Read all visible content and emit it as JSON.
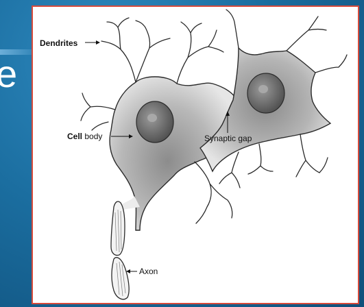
{
  "slide": {
    "partial_title_text": "e"
  },
  "diagram": {
    "labels": {
      "dendrites": "Dendrites",
      "cell_body_bold": "Cell",
      "cell_body_rest": " body",
      "synaptic_gap": "Synaptic gap",
      "axon": "Axon"
    }
  },
  "colors": {
    "slide_background": "#1f6f9d",
    "panel_border": "#d64a3b",
    "panel_background": "#ffffff",
    "outline": "#2a2a2a",
    "cell_fill": "#b9b9b9",
    "nucleus_fill": "#6f6f6f"
  }
}
